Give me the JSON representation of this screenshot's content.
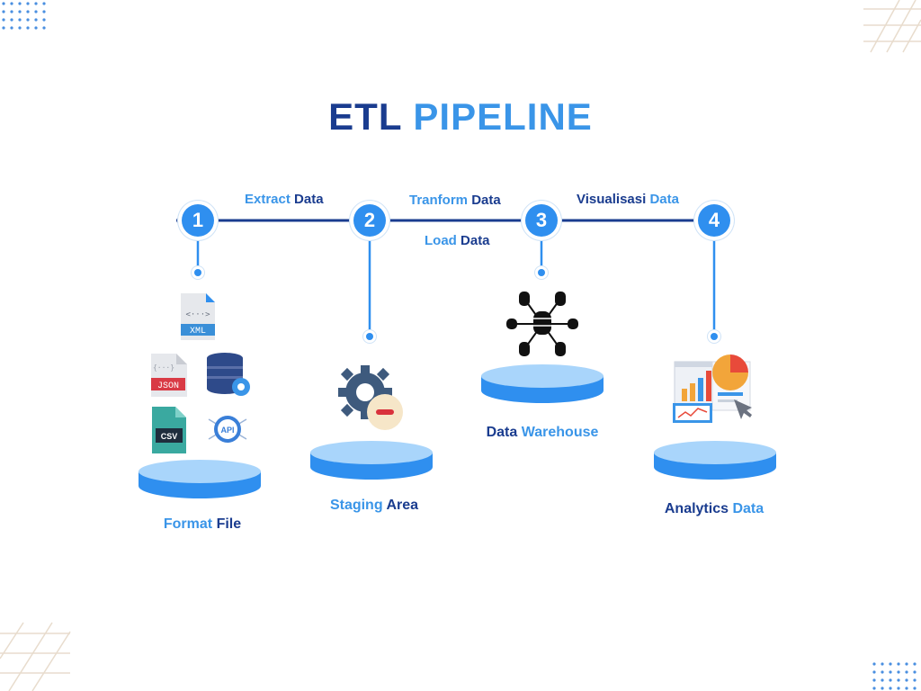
{
  "title": {
    "part1": "ETL",
    "part2": "PIPELINE"
  },
  "steps": [
    {
      "number": "1"
    },
    {
      "number": "2"
    },
    {
      "number": "3"
    },
    {
      "number": "4"
    }
  ],
  "edges": [
    {
      "word1": "Extract",
      "word2": "Data"
    },
    {
      "word1": "Tranform",
      "word2": "Data"
    },
    {
      "word1": "Load",
      "word2": "Data"
    },
    {
      "word1": "Visualisasi",
      "word2": "Data"
    }
  ],
  "nodes": [
    {
      "word1": "Format",
      "word2": "File"
    },
    {
      "word1": "Staging",
      "word2": "Area"
    },
    {
      "word1": "Data",
      "word2": "Warehouse"
    },
    {
      "word1": "Analytics",
      "word2": "Data"
    }
  ],
  "icons": {
    "xml": "XML",
    "json": "JSON",
    "csv": "CSV",
    "api": "API"
  },
  "colors": {
    "dark_blue": "#1a3c8f",
    "accent_blue": "#2f8fef",
    "light_blue": "#3a95e8"
  }
}
